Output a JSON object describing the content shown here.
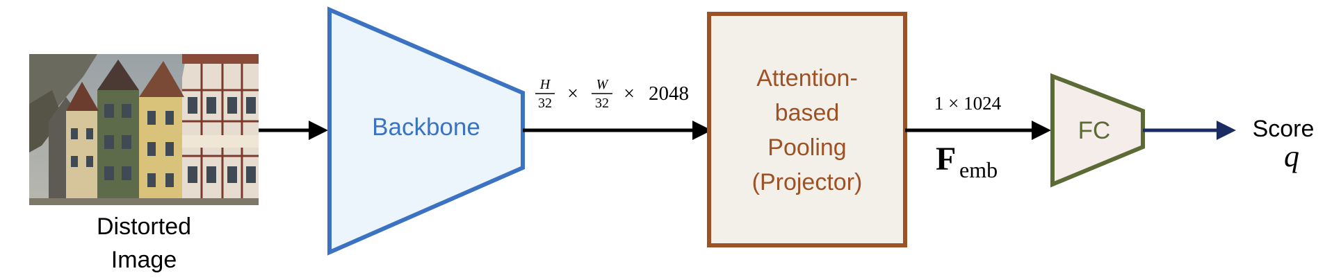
{
  "input": {
    "label_line1": "Distorted",
    "label_line2": "Image"
  },
  "backbone": {
    "label": "Backbone"
  },
  "feature_map": {
    "h_num": "H",
    "h_den": "32",
    "times1": "×",
    "w_num": "W",
    "w_den": "32",
    "times2": "×",
    "channels": "2048"
  },
  "pooling": {
    "line1": "Attention-",
    "line2": "based",
    "line3": "Pooling",
    "line4": "(Projector)"
  },
  "embedding": {
    "dims": "1 × 1024",
    "symbol": "F",
    "subscript": "emb"
  },
  "fc": {
    "label": "FC"
  },
  "output": {
    "label": "Score",
    "symbol": "q"
  },
  "colors": {
    "backbone_stroke": "#3b73c2",
    "backbone_fill": "#ecf4fc",
    "pooling_stroke": "#9c5224",
    "pooling_fill": "#f3efe9",
    "fc_stroke": "#5c6b35",
    "fc_fill": "#f5ede9",
    "output_arrow": "#1b2c63",
    "arrow": "#000000"
  }
}
